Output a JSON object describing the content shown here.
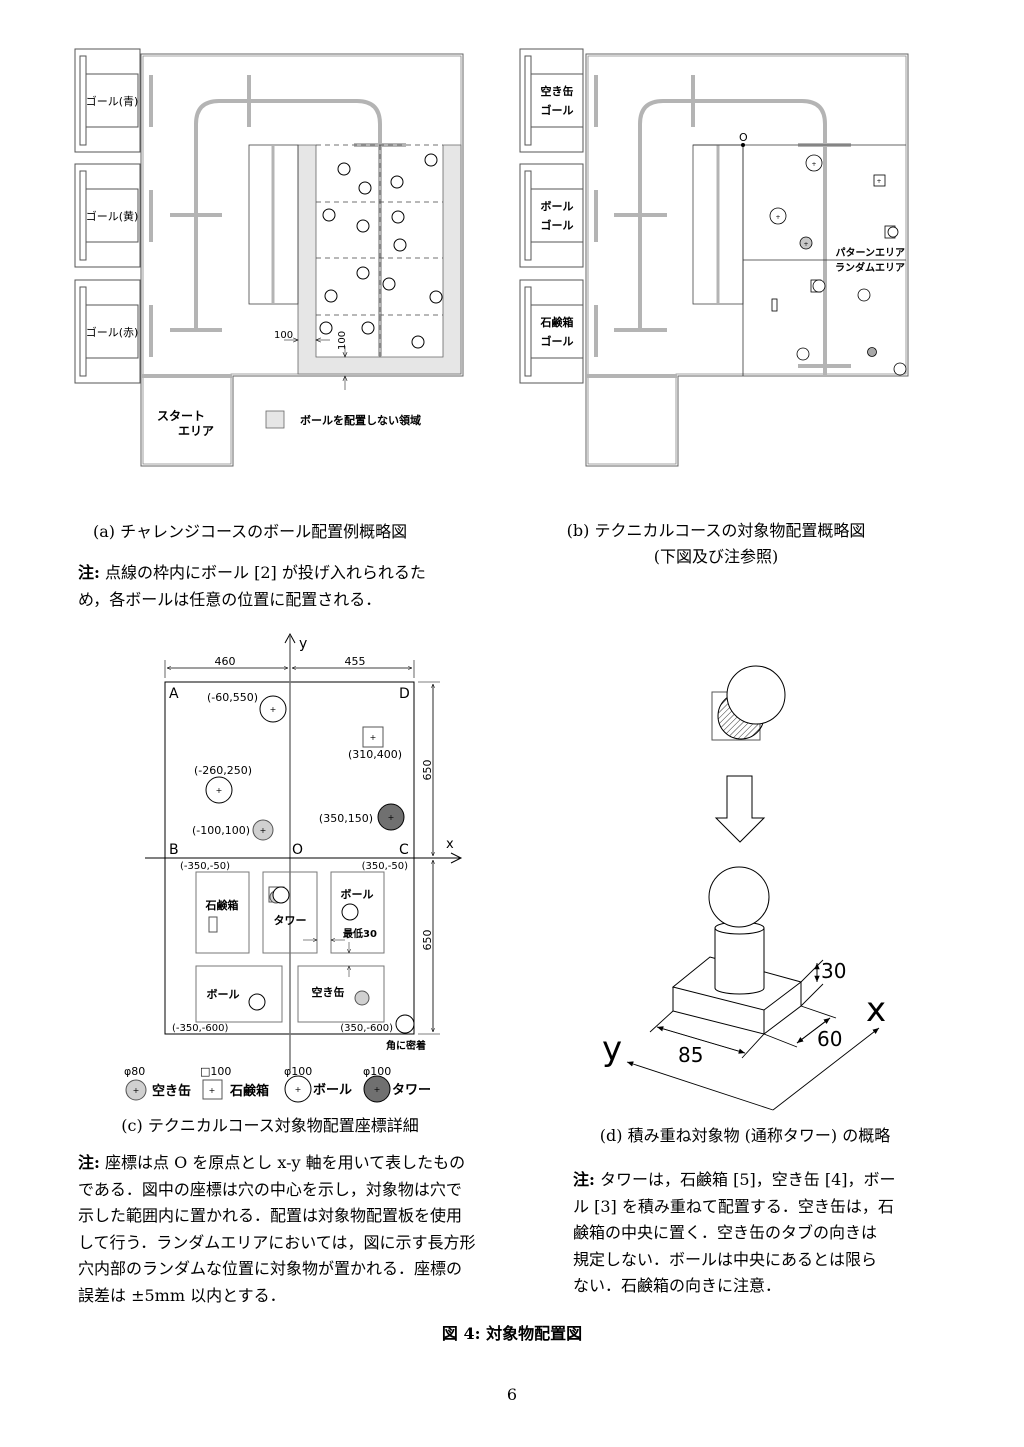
{
  "fig_a": {
    "goals": [
      "ゴール(青)",
      "ゴール(黄)",
      "ゴール(赤)"
    ],
    "start_area": [
      "スタート",
      "エリア"
    ],
    "dim_100_h": "100",
    "dim_100_v": "100",
    "legend": "ボールを配置しない領域",
    "caption": "(a) チャレンジコースのボール配置例概略図",
    "note_label": "注:",
    "note_lines": [
      "点線の枠内にボール [2] が投げ入れられるた",
      "め，各ボールは任意の位置に配置される．"
    ]
  },
  "fig_b": {
    "goals": [
      [
        "空き缶",
        "ゴール"
      ],
      [
        "ボール",
        "ゴール"
      ],
      [
        "石鹸箱",
        "ゴール"
      ]
    ],
    "origin": "O",
    "pattern_area": "パターンエリア",
    "random_area": "ランダムエリア",
    "caption": [
      "(b) テクニカルコースの対象物配置概略図",
      "(下図及び注参照)"
    ]
  },
  "fig_c": {
    "axis_x": "x",
    "axis_y": "y",
    "dim_left": "460",
    "dim_right": "455",
    "dim_upper": "650",
    "dim_lower": "650",
    "corners": {
      "A": "A",
      "B": "B",
      "C": "C",
      "D": "D",
      "O": "O"
    },
    "coords": {
      "ball1": "(-60,550)",
      "soap": "(310,400)",
      "ball2": "(-260,250)",
      "can": "(-100,100)",
      "tower": "(350,150)",
      "b_left": "(-350,-50)",
      "b_right": "(350,-50)",
      "bottom_left": "(-350,-600)",
      "bottom_right": "(350,-600)"
    },
    "random_boxes": [
      "石鹸箱",
      "タワー",
      "ボール",
      "ボール",
      "空き缶"
    ],
    "min_gap": "最低30",
    "corner_note": "角に密着",
    "legend": [
      {
        "size": "φ80",
        "label": "空き缶",
        "color": "#d0d0d0"
      },
      {
        "size": "□100",
        "label": "石鹸箱",
        "color": "#ffffff"
      },
      {
        "size": "φ100",
        "label": "ボール",
        "color": "#ffffff"
      },
      {
        "size": "φ100",
        "label": "タワー",
        "color": "#707070"
      }
    ],
    "caption": "(c) テクニカルコース対象物配置座標詳細",
    "note_label": "注:",
    "note_lines": [
      "座標は点 O を原点とし x-y 軸を用いて表したもの",
      "である．図中の座標は穴の中心を示し，対象物は穴で",
      "示した範囲内に置かれる．配置は対象物配置板を使用",
      "して行う．ランダムエリアにおいては，図に示す長方形",
      "穴内部のランダムな位置に対象物が置かれる．座標の",
      "誤差は ±5mm 以内とする．"
    ]
  },
  "fig_d": {
    "dim_height": "30",
    "dim_depth": "60",
    "dim_width": "85",
    "axis_x": "x",
    "axis_y": "y",
    "caption": "(d) 積み重ね対象物 (通称タワー) の概略",
    "note_label": "注:",
    "note_lines": [
      "タワーは，石鹸箱 [5]，空き缶 [4]，ボー",
      "ル [3] を積み重ねて配置する．空き缶は，石",
      "鹸箱の中央に置く．空き缶のタブの向きは",
      "規定しない．ボールは中央にあるとは限ら",
      "ない．石鹸箱の向きに注意．"
    ]
  },
  "figure_title": "図 4: 対象物配置図",
  "page_number": "6",
  "colors": {
    "track": "#b4b4b4",
    "no_ball_area": "#e6e6e6",
    "can": "#d0d0d0",
    "tower": "#707070"
  }
}
